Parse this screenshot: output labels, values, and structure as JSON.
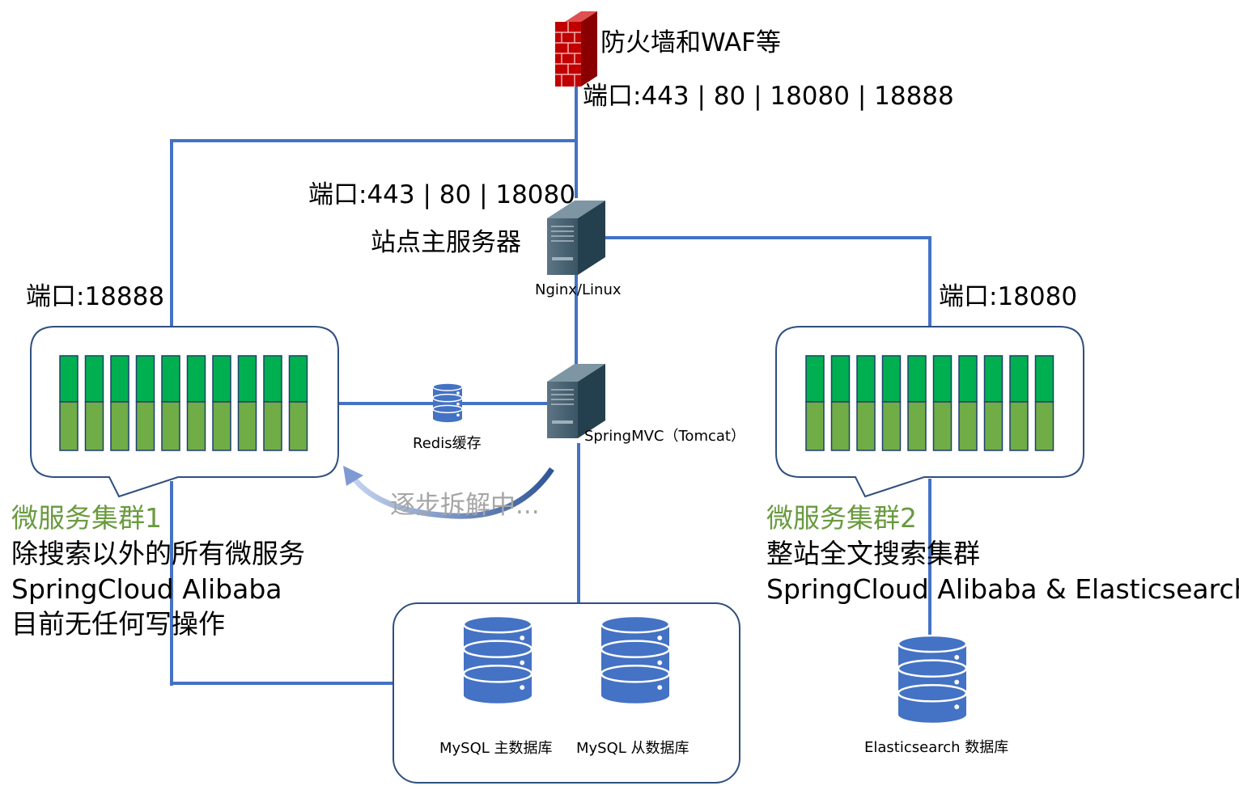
{
  "firewall": {
    "label": "防火墙和WAF等",
    "ports": "端口:443 | 80 | 18080 | 18888",
    "icon": "firewall-icon"
  },
  "main_server": {
    "ports": "端口:443 | 80 | 18080",
    "title": "站点主服务器",
    "name": "Nginx/Linux",
    "icon": "server-icon"
  },
  "app_server": {
    "name": "SpringMVC（Tomcat）",
    "icon": "server-icon"
  },
  "redis": {
    "label": "Redis缓存",
    "icon": "database-icon"
  },
  "migration": {
    "label": "逐步拆解中..."
  },
  "cluster1": {
    "port": "端口:18888",
    "title": "微服务集群1",
    "lines": [
      "除搜索以外的所有微服务",
      "SpringCloud Alibaba",
      "目前无任何写操作"
    ]
  },
  "cluster2": {
    "port": "端口:18080",
    "title": "微服务集群2",
    "lines": [
      "整站全文搜索集群",
      "SpringCloud Alibaba & Elasticsearch"
    ]
  },
  "databases": {
    "mysql_master": "MySQL 主数据库",
    "mysql_slave": "MySQL 从数据库",
    "elasticsearch": "Elasticsearch 数据库",
    "icon": "database-icon"
  },
  "colors": {
    "line": "#4472c4",
    "box_border": "#2f4f7f",
    "bar_top": "#00b050",
    "bar_bottom": "#70ad47",
    "bar_border": "#1f3f6f",
    "db_blue": "#4472c4",
    "server_dark": "#2e4a5a",
    "firewall_red": "#c00000",
    "title_green": "#6a9a3f",
    "arrow": "#4472c4"
  }
}
